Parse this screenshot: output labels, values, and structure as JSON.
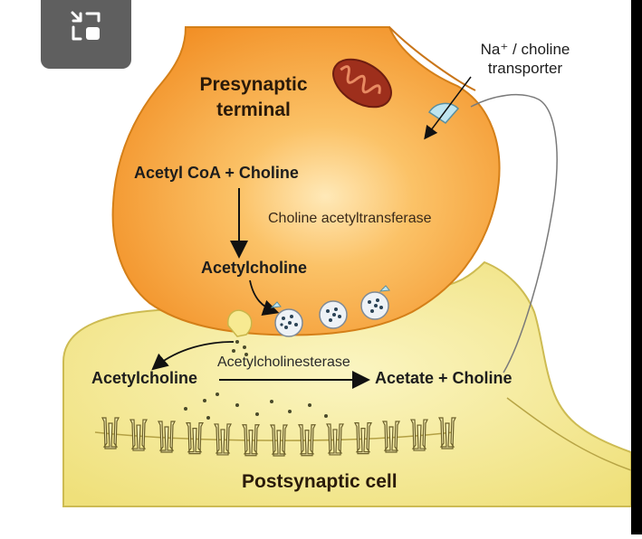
{
  "labels": {
    "presynaptic_line1": "Presynaptic",
    "presynaptic_line2": "terminal",
    "acetyl_coa_choline": "Acetyl CoA + Choline",
    "choline_acetyltransferase": "Choline acetyltransferase",
    "acetylcholine_top": "Acetylcholine",
    "acetylcholine_left": "Acetylcholine",
    "acetylcholinesterase": "Acetylcholinesterase",
    "acetate_choline": "Acetate + Choline",
    "postsynaptic_cell": "Postsynaptic cell",
    "transporter_line1": "Na⁺ / choline",
    "transporter_line2": "transporter"
  },
  "controls": {
    "exit_fullscreen_icon": "exit-fullscreen-icon"
  },
  "colors": {
    "presynaptic_fill": "#f7a93b",
    "presynaptic_edge": "#d9821a",
    "postsynaptic_fill": "#f4e98a",
    "postsynaptic_edge": "#c9b64a",
    "mitochondrion": "#a8341f",
    "vesicle": "#eef2f6",
    "receptor": "#f8efb0",
    "transporter": "#bfe5f0",
    "button_bg": "#5f5f5f"
  }
}
